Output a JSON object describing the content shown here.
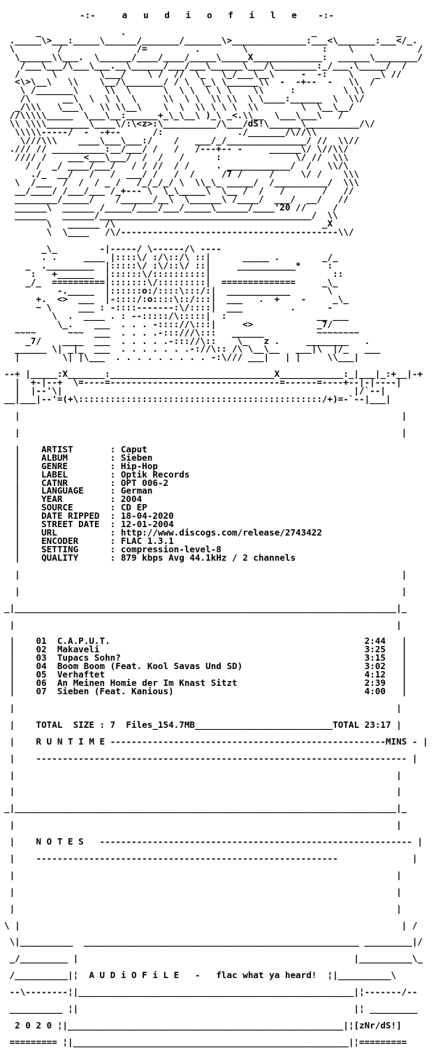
{
  "header_title": "-:-     a   u   d   i   o   f   i   l   e    -:-",
  "art_top": [
    "      _               .                                   _               _",
    " ._____\\>___:_____\\______/_______/_______\\>______________:___<\\_______:___</_.",
    " \\        /              /=         .        \\              :    \\            /",
    "  \\______\\\\___.  \\______/____/____/_____\\_____X_____________:  ______\\________/",
    "   /___\\___/\\___\\___.__\\______/___/___\\______\\___/\\________:_/___.\\_____/  /",
    "  /      \\        \\___/    \\ /  //  \\_   \\_/___\\__\\     -  -:    \\    _\\ //",
    "  <\\>\\__\\   \\\\    \\__/\\_______/ / \\  \\_\\ \\______\\\\  -  -+--  -   \\\\  /",
    "   \\ /_______\\     \\\\  \\      \\  \\ \\  \\ \\ \\    \\\\     :         \\ \\\\",
    "   /\\      __\\  \\  \\ \\  \\     \\\\  \\ \\  \\\\ \\\\  \\ \\____:______  \\  \\\\/",
    "  _/\\\\\\   \\___\\   \\\\ \\\\__\\    \\  \\  \\\\ \\ \\ \\  \\\\        \\  \\__\\__/",
    " //\\\\\\\\\\_____  \\___\\__:______+_\\_\\__\\ )_\\ _<.\\\\__  \\___\\___\\   /",
    " \\\\ \\\\\\\\________\\____\\/:\\<z>:\\__________/\\___/dS!\\______\\__________/\\/",
    "  \\\\\\\\\\-----/  -  -+--      /:              ./_______/\\//\\\\",
    "   \\///\\\\\\    ____\\___\\___:/    /   ___/_/_______________/ //  \\\\//",
    " ./// // __________:__/___/ /   /   /---+-- -     ______\\/ \\//\\\\/",
    "  //// /    ___<___\\___/  /  /   /      :              \\/ //  \\\\\\",
    "    / /  _/ ____/___/   / / //  / /     . ____________/  /   \\\\/\\",
    "     ./_  __/   /   /  ___/ /   /  /     /7 /     /     \\/ /    \\\\\\",
    "  \\  /___  /  /  / _ /   /_/_/_/ \\  \\\\_\\_ _____/  /__________/  \\\\\\",
    "  __/____/ /___/___ /_+--- \\  \\_\\_____\\  \\__ /  /   /       /   //",
    "  ________/_____/    /______/__\\  \\______\\ /____/  ___/  __/   //",
    "  ______\\  ______ /_____/____/___/_____\\______/____'20 //     /",
    "  ______   ______/________________________________________/  \\\\",
    "        \\   ______ /\\                                       _X",
    "        \\  \\____   /\\/-----------------------------------------\\\\/"
  ],
  "art_mid": [
    "       _\\_        -|-----/ \\------/\\ ----",
    "       . .     ____ |::::\\/ :/\\::/\\ ::|      _____ .        _/_",
    "    _  ._________  |:::::\\/ :\\/::\\/ ::|     ___________*     :",
    "     :   +_______  |::::::\\/::::::::::|                       ::",
    "    _/_  ==========|:::::::\\/:::::::::|  ==============     _\\_",
    "          -._____  |::::::o:/::::\\:::/:|  ____________       \\",
    "      +.  <>  ___  |-::::/:o::::\\::/:::|  ___   .  +    -     _\\_",
    "      ~ \\     ___ : -::::-------:\\/::::|  ___         .      -",
    "         \\  .  ____ . : --:::::/\\:::::|  :                 __ ___",
    "          \\_.    ___  . . . -:::://\\:::|     <>            _7/",
    "  ~~~~      ~~~  ___  . . . .-:::///\\:::   ______          ~~~~~~~~",
    "    _7/    ____  ___  . . . . .-::://\\::    \\_   z .     ________   .",
    "  ______ \\| _|_  ___  . . . . . . .-://\\:: /\\ \\__\\__   ___|\\  |/_   ___",
    "  |        \\| |\\___  . . . . . . . . . -:\\/// ___|   | |     \\\\___|"
  ],
  "art_bar": [
    "--+ |_____:X_______:_______________________________X____________:_|___|_:+__|-+",
    "  |  +-|--+  \\=----=--------------------------------=------=----+--|-|----|",
    "  |  |--'\\|                                                       |/`--|",
    "__|___|--'=(+\\::::::::::::::::::::::::::::::::::::::::::::::/+)=-`--|___|"
  ],
  "release": {
    "artist_label": "ARTIST",
    "artist": "Caput",
    "album_label": "ALBUM",
    "album": "Sieben",
    "genre_label": "GENRE",
    "genre": "Hip-Hop",
    "label_label": "LABEL",
    "label": "Optik Records",
    "catnr_label": "CATNR",
    "catnr": "OPT 006-2",
    "language_label": "LANGUAGE",
    "language": "German",
    "year_label": "YEAR",
    "year": "2004",
    "source_label": "SOURCE",
    "source": "CD EP",
    "date_ripped_label": "DATE RIPPED",
    "date_ripped": "18-04-2020",
    "street_date_label": "STREET DATE",
    "street_date": "12-01-2004",
    "url_label": "URL",
    "url": "http://www.discogs.com/release/2743422",
    "encoder_label": "ENCODER",
    "encoder": "FLAC 1.3.1",
    "setting_label": "SETTING",
    "setting": "compression-level-8",
    "quality_label": "QUALITY",
    "quality": "879 kbps Avg 44.1kHz / 2 channels"
  },
  "tracks": [
    {
      "num": "01",
      "title": "C.A.P.U.T.",
      "duration": "2:44"
    },
    {
      "num": "02",
      "title": "Makaveli",
      "duration": "3:25"
    },
    {
      "num": "03",
      "title": "Tupacs Sohn?",
      "duration": "3:15"
    },
    {
      "num": "04",
      "title": "Boom Boom (Feat. Kool Savas Und SD)",
      "duration": "3:02"
    },
    {
      "num": "05",
      "title": "Verhaftet",
      "duration": "4:12"
    },
    {
      "num": "06",
      "title": "An Meinen Homie der Im Knast Sitzt",
      "duration": "2:39"
    },
    {
      "num": "07",
      "title": "Sieben (Feat. Kanious)",
      "duration": "4:00"
    }
  ],
  "totals": {
    "size_label": "TOTAL  SIZE :",
    "files": "7  Files_154.7MB",
    "time_label": "TOTAL",
    "time": "23:17",
    "runtime_label": "R U N T I M E",
    "mins_label": "MINS"
  },
  "notes_label": "N O T E S",
  "footer": {
    "brand": "A U D i O F i L E",
    "dash": "-",
    "slogan": "flac what ya heard!",
    "year": "2 0 2 0",
    "credit": "[zNr/dS!]"
  }
}
